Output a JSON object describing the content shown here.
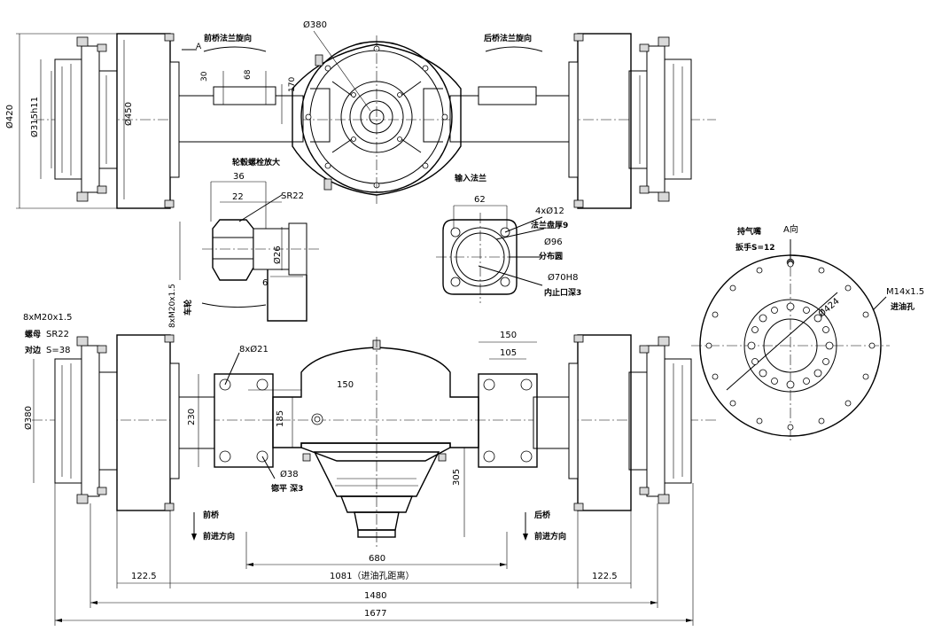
{
  "labels": {
    "d380_top": "Ø380",
    "front_flange_rot": "前桥法兰旋向",
    "rear_flange_rot": "后桥法兰旋向",
    "view_a": "A",
    "d420": "Ø420",
    "d315h11": "Ø315h11",
    "d450": "Ø450",
    "d30": "30",
    "d68": "68",
    "d170": "170",
    "hub_bolt_enlarged": "轮毂螺栓放大",
    "d36": "36",
    "d22": "22",
    "sr22_detail": "SR22",
    "d26": "Ø26",
    "d6": "6",
    "thread_m20": "8xM20x1.5",
    "lock_nut": "车轮",
    "input_flange": "输入法兰",
    "d62": "62",
    "holes_4x12": "4xØ12",
    "flange_thick": "法兰盘厚9",
    "d96": "Ø96",
    "pitch_circle": "分布圆",
    "d70h8": "Ø70H8",
    "spigot_depth": "内止口深3",
    "breather": "持气嘴",
    "wrench_s12": "扳手S=12",
    "a_view": "A向",
    "m14": "M14x1.5",
    "fill_hole": "进油孔",
    "d424": "Ø424",
    "wheel_nut_spec": "8xM20x1.5",
    "nut_label": "螺母",
    "nut_sr22": "SR22",
    "across_flats": "对边",
    "s38": "S=38",
    "holes_8x21": "8xØ21",
    "d150_top": "150",
    "d105": "105",
    "d150_mid": "150",
    "d380_side": "Ø380",
    "d230": "230",
    "d185": "185",
    "d38": "Ø38",
    "spotface": "锪平 深3",
    "d305": "305",
    "front_axle": "前桥",
    "fwd_direction_1": "前进方向",
    "rear_axle": "后桥",
    "fwd_direction_2": "前进方向",
    "d680": "680",
    "d122_5_left": "122.5",
    "d1081": "1081（进油孔距离）",
    "d122_5_right": "122.5",
    "d1480": "1480",
    "d1677": "1677"
  }
}
